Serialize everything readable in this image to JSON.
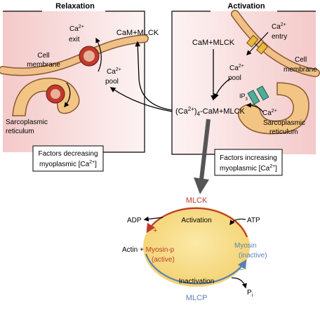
{
  "panels": {
    "relaxation_title": "Relaxation",
    "activation_title": "Activation"
  },
  "relaxation": {
    "ca_exit": {
      "ca": "Ca",
      "charge": "2+",
      "word": "exit"
    },
    "cell_membrane": [
      "Cell",
      "membrane"
    ],
    "ca_pool": {
      "ca": "Ca",
      "charge": "2+",
      "word": "pool"
    },
    "sarcoplasmic_reticulum": [
      "Sarcoplasmic",
      "reticulum"
    ],
    "factors_box": [
      "Factors decreasing",
      "myoplasmic [Ca",
      "2+",
      "]"
    ]
  },
  "activation": {
    "ca_entry": {
      "ca": "Ca",
      "charge": "2+",
      "word": "entry"
    },
    "cell_membrane": [
      "Cell",
      "membrane"
    ],
    "ca_pool": {
      "ca": "Ca",
      "charge": "2+",
      "word": "pool"
    },
    "ip3": {
      "main": "IP",
      "sub": "3"
    },
    "ca_sr": {
      "ca": "Ca",
      "charge": "2+"
    },
    "sarcoplasmic_reticulum": [
      "Sarcoplasmic",
      "reticulum"
    ],
    "factors_box": [
      "Factors increasing",
      "myoplasmic [Ca",
      "2+",
      "]"
    ]
  },
  "center": {
    "cam_mlck_left": "CaM+MLCK",
    "cam_mlck_right": "CaM+MLCK",
    "complex": {
      "open": "(Ca",
      "charge": "2+",
      "close": ")",
      "sub": "4",
      "rest": "-CaM+MLCK"
    }
  },
  "cycle": {
    "mlck": "MLCK",
    "activation": "Activation",
    "adp": "ADP",
    "atp": "ATP",
    "plus_sign": "+",
    "actin": "Actin + ",
    "myosin_p": "Myosin-p",
    "active": "(active)",
    "myosin": "Myosin",
    "inactive": "(inactive)",
    "minus_sign": "–",
    "inactivation": "Inactivation",
    "pi_main": "P",
    "pi_sub": "i",
    "mlcp": "MLCP"
  },
  "colors": {
    "pink_panel": "#f7d9d9",
    "membrane_fill": "#f0c088",
    "membrane_stroke": "#8a5a2e",
    "sr_fill": "#f3c585",
    "channel_red": "#c0392b",
    "channel_inner": "#e9b19a",
    "ca_channel": "#e8b83c",
    "ip3_receptor": "#4fae97",
    "big_arrow": "#555555",
    "ellipse_fill": "#f8e08e",
    "mlck_red": "#c0392b",
    "mlcp_blue": "#5a7fb8"
  }
}
